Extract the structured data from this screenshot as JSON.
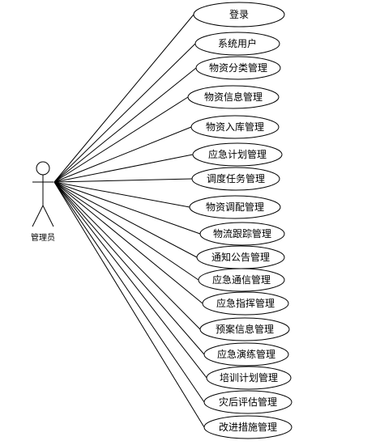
{
  "actor": {
    "label": "管理员"
  },
  "use_cases": [
    "登录",
    "系统用户",
    "物资分类管理",
    "物资信息管理",
    "物资入库管理",
    "应急计划管理",
    "调度任务管理",
    "物资调配管理",
    "物流跟踪管理",
    "通知公告管理",
    "应急通信管理",
    "应急指挥管理",
    "预案信息管理",
    "应急演练管理",
    "培训计划管理",
    "灾后评估管理",
    "改进措施管理"
  ]
}
